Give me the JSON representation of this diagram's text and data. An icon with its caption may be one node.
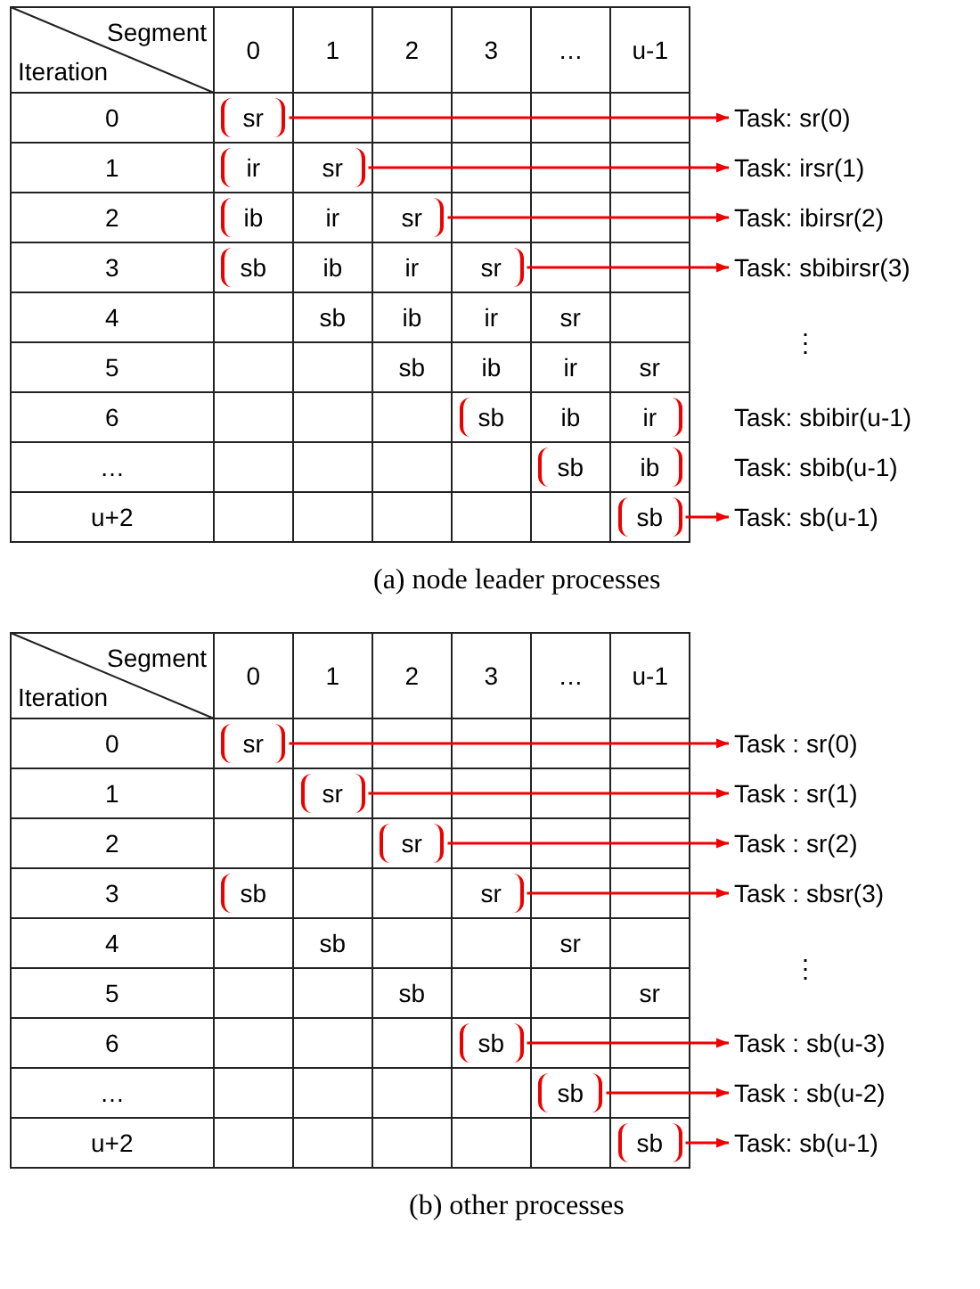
{
  "diagram": {
    "nodes": [
      {
        "text": [
          "sr"
        ]
      },
      {
        "text": [
          "Task: sr(0)"
        ]
      },
      {
        "text": [
          "ir",
          "sr"
        ]
      },
      {
        "text": [
          "Task: irsr(1)"
        ]
      },
      {
        "text": [
          "ib",
          "ir",
          "sr"
        ]
      },
      {
        "text": [
          "Task: ibirsr(2)"
        ]
      },
      {
        "text": [
          "sb",
          "ib",
          "ir",
          "sr"
        ]
      },
      {
        "text": [
          "Task: sbibirsr(3)"
        ]
      },
      {
        "text": [
          "sb",
          "ib",
          "ir"
        ]
      },
      {
        "text": [
          "sb",
          "ib"
        ]
      },
      {
        "text": [
          "sb"
        ]
      },
      {
        "text": [
          "Task: sb(u-1)"
        ]
      },
      {
        "text": [
          "sr"
        ]
      },
      {
        "text": [
          "Task : sr(0)"
        ]
      },
      {
        "text": [
          "sr"
        ]
      },
      {
        "text": [
          "Task : sr(1)"
        ]
      },
      {
        "text": [
          "sr"
        ]
      },
      {
        "text": [
          "Task : sr(2)"
        ]
      },
      {
        "text": [
          "sb",
          "sr"
        ]
      },
      {
        "text": [
          "Task : sbsr(3)"
        ]
      },
      {
        "text": [
          "sb"
        ]
      },
      {
        "text": [
          "Task : sb(u-3)"
        ]
      },
      {
        "text": [
          "sb"
        ]
      },
      {
        "text": [
          "Task : sb(u-2)"
        ]
      },
      {
        "text": [
          "sb"
        ]
      },
      {
        "text": [
          "Task: sb(u-1)"
        ]
      }
    ],
    "edges": [
      {
        "from": 0,
        "to": 1,
        "arrow": "to"
      },
      {
        "from": 2,
        "to": 3,
        "arrow": "to"
      },
      {
        "from": 4,
        "to": 5,
        "arrow": "to"
      },
      {
        "from": 6,
        "to": 7,
        "arrow": "to"
      },
      {
        "from": 10,
        "to": 11,
        "arrow": "to"
      },
      {
        "from": 12,
        "to": 13,
        "arrow": "to"
      },
      {
        "from": 14,
        "to": 15,
        "arrow": "to"
      },
      {
        "from": 16,
        "to": 17,
        "arrow": "to"
      },
      {
        "from": 18,
        "to": 19,
        "arrow": "to"
      },
      {
        "from": 20,
        "to": 21,
        "arrow": "to"
      },
      {
        "from": 22,
        "to": 23,
        "arrow": "to"
      },
      {
        "from": 24,
        "to": 25,
        "arrow": "to"
      }
    ],
    "labels": [
      "Segment",
      "Iteration",
      "0",
      "1",
      "2",
      "3",
      "…",
      "u-1",
      "0",
      "1",
      "2",
      "3",
      "4",
      "sb",
      "ib",
      "ir",
      "sr",
      "5",
      "sb",
      "ib",
      "ir",
      "sr",
      "⋮",
      "6",
      "Task: sbibir(u-1)",
      "…",
      "Task: sbib(u-1)",
      "u+2",
      "(a) node leader processes",
      "Segment",
      "Iteration",
      "0",
      "1",
      "2",
      "3",
      "…",
      "u-1",
      "0",
      "1",
      "2",
      "3",
      "4",
      "sb",
      "sr",
      "5",
      "sb",
      "sr",
      "⋮",
      "6",
      "…",
      "u+2",
      "(b) other processes"
    ]
  }
}
